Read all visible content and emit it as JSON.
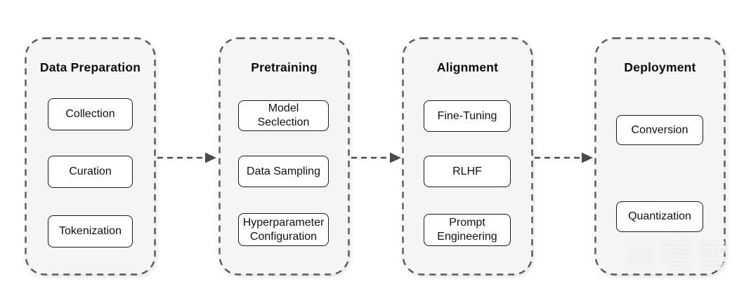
{
  "stages": [
    {
      "title": "Data Preparation",
      "items": [
        "Collection",
        "Curation",
        "Tokenization"
      ]
    },
    {
      "title": "Pretraining",
      "items": [
        "Model Seclection",
        "Data Sampling",
        "Hyperparameter Configuration"
      ]
    },
    {
      "title": "Alignment",
      "items": [
        "Fine-Tuning",
        "RLHF",
        "Prompt Engineering"
      ]
    },
    {
      "title": "Deployment",
      "items": [
        "Conversion",
        "Quantization"
      ]
    }
  ],
  "arrows": [
    {
      "from": "Data Preparation",
      "to": "Pretraining",
      "style": "dashed"
    },
    {
      "from": "Pretraining",
      "to": "Alignment",
      "style": "dashed"
    },
    {
      "from": "Alignment",
      "to": "Deployment",
      "style": "dashed"
    }
  ],
  "watermark": {
    "icon": "snowflake-icon",
    "icon_glyph": "❄",
    "text": "看雪"
  },
  "colors": {
    "background": "#ffffff",
    "panel_fill": "#f5f5f6",
    "panel_border": "#585858",
    "box_fill": "#ffffff",
    "box_border": "#1a1a1a",
    "arrow": "#4a4a4a",
    "text": "#0d0d0d"
  }
}
